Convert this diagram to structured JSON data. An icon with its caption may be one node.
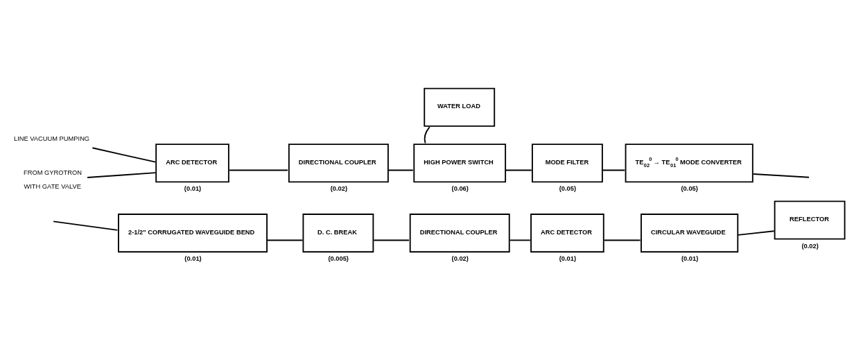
{
  "diagram": {
    "nodes": [
      {
        "text": [
          "FROM GYROTRON",
          "WITH GATE VALVE"
        ]
      },
      {
        "text": [
          "LINE VACUUM PUMPING"
        ]
      },
      {
        "text": [
          "ARC DETECTOR"
        ],
        "beside": [
          "(0.01)"
        ]
      },
      {
        "text": [
          "DIRECTIONAL COUPLER"
        ],
        "beside": [
          "(0.02)"
        ]
      },
      {
        "text": [
          "WATER LOAD"
        ]
      },
      {
        "text": [
          "HIGH POWER SWITCH"
        ],
        "beside": [
          "(0.06)"
        ]
      },
      {
        "text": [
          "MODE FILTER"
        ],
        "beside": [
          "(0.05)"
        ]
      },
      {
        "text": [
          "TE$_{02}$$^{0}$ → TE$_{01}$$^{0}$ MODE CONVERTER"
        ],
        "beside": [
          "(0.05)"
        ]
      },
      {
        "text": [
          "2-1/2\" CORRUGATED WAVEGUIDE BEND"
        ],
        "beside": [
          "(0.01)"
        ]
      },
      {
        "text": [
          "D. C. BREAK"
        ],
        "beside": [
          "(0.005)"
        ]
      },
      {
        "text": [
          "DIRECTIONAL COUPLER"
        ],
        "beside": [
          "(0.02)"
        ]
      },
      {
        "text": [
          "ARC DETECTOR"
        ],
        "beside": [
          "(0.01)"
        ]
      },
      {
        "text": [
          "CIRCULAR WAVEGUIDE"
        ],
        "beside": [
          "(0.01)"
        ]
      },
      {
        "text": [
          "REFLECTOR"
        ],
        "beside": [
          "(0.02)"
        ]
      }
    ],
    "edges": [
      {
        "from": 0,
        "to": 2,
        "arrow": "none"
      },
      {
        "from": 1,
        "to": 2,
        "arrow": "none"
      },
      {
        "from": 2,
        "to": 3,
        "arrow": "none"
      },
      {
        "from": 3,
        "to": 5,
        "arrow": "none"
      },
      {
        "from": 4,
        "to": 5,
        "arrow": "none"
      },
      {
        "from": 5,
        "to": 6,
        "arrow": "none"
      },
      {
        "from": 6,
        "to": 7,
        "arrow": "none"
      },
      {
        "from": 7,
        "to": null,
        "arrow": "none"
      },
      {
        "from": null,
        "to": 8,
        "arrow": "none"
      },
      {
        "from": 8,
        "to": 9,
        "arrow": "none"
      },
      {
        "from": 9,
        "to": 10,
        "arrow": "none"
      },
      {
        "from": 10,
        "to": 11,
        "arrow": "none"
      },
      {
        "from": 11,
        "to": 12,
        "arrow": "none"
      },
      {
        "from": 12,
        "to": 13,
        "arrow": "none"
      }
    ]
  }
}
